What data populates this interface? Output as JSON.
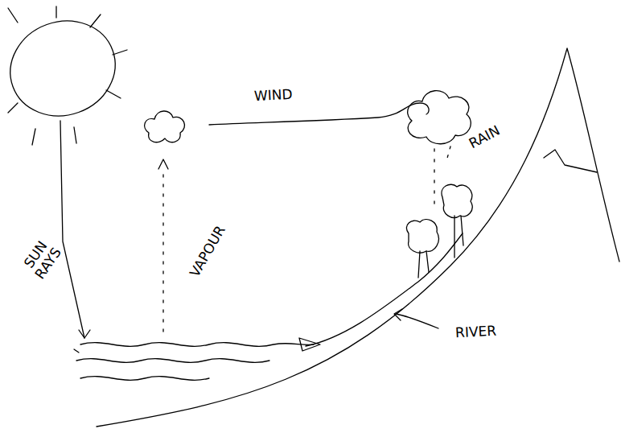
{
  "diagram": {
    "labels": [
      "SUN RAYS",
      "VAPOUR",
      "WIND",
      "RAIN",
      "RIVER"
    ]
  }
}
